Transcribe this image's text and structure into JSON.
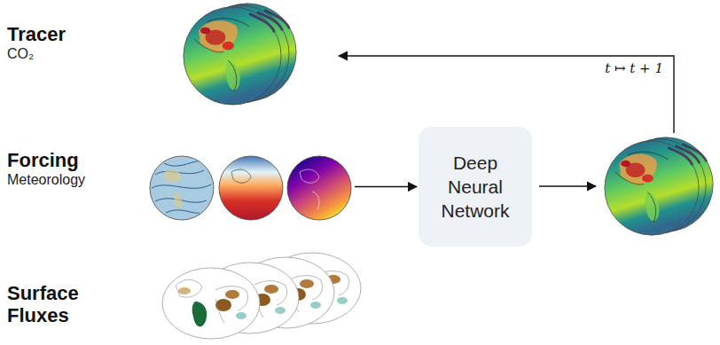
{
  "diagram": {
    "nodes": [
      {
        "text": [
          "Tracer",
          "CO₂"
        ]
      },
      {
        "text": [
          "Forcing",
          "Meteorology"
        ]
      },
      {
        "text": [
          "Surface Fluxes"
        ]
      },
      {
        "text": [
          "Deep Neural Network"
        ]
      }
    ],
    "edges": [
      {
        "from": 1,
        "to": 3,
        "arrow": "to"
      }
    ],
    "labels": [
      "t ↦ t + 1"
    ]
  }
}
